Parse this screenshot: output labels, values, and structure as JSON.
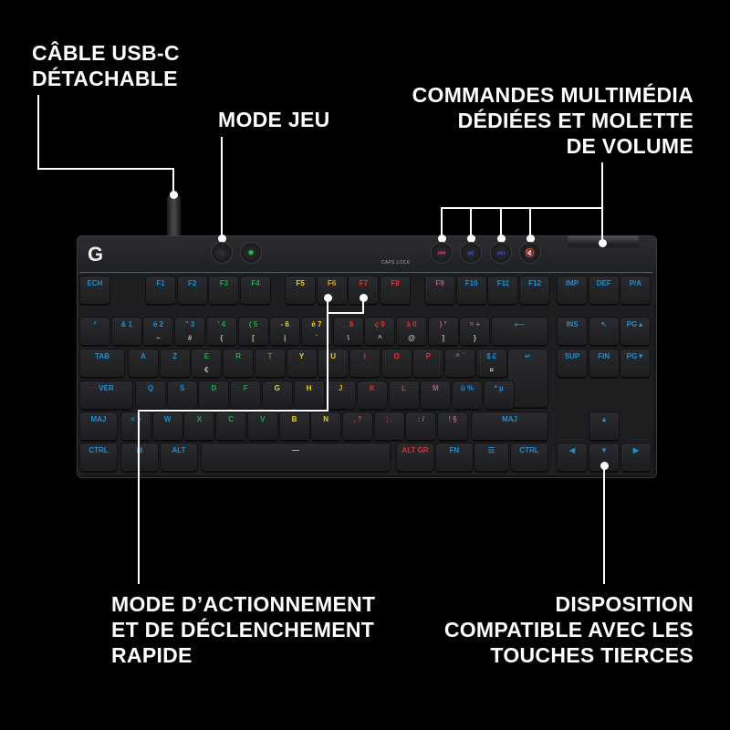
{
  "callouts": {
    "cable": [
      "CÂBLE USB-C",
      "DÉTACHABLE"
    ],
    "game_mode": [
      "MODE JEU"
    ],
    "media": [
      "COMMANDES MULTIMÉDIA",
      "DÉDIÉES ET MOLETTE",
      "DE VOLUME"
    ],
    "actuation": [
      "MODE D’ACTIONNEMENT",
      "ET DE DÉCLENCHEMENT",
      "RAPIDE"
    ],
    "layout": [
      "DISPOSITION",
      "COMPATIBLE AVEC LES",
      "TOUCHES TIERCES"
    ]
  },
  "keyboard": {
    "logo": "G",
    "caps_lock_label": "CAPS LOCK",
    "top_buttons": [
      {
        "name": "game-mode-button",
        "glyph": "◌",
        "color": "#888888"
      },
      {
        "name": "lighting-button",
        "glyph": "✹",
        "color": "#25c04a"
      },
      {
        "name": "media-previous-button",
        "glyph": "⏮",
        "color": "#e0307a"
      },
      {
        "name": "media-play-pause-button",
        "glyph": "⏯",
        "color": "#3050d0"
      },
      {
        "name": "media-next-button",
        "glyph": "⏭",
        "color": "#4040d0"
      },
      {
        "name": "mute-button",
        "glyph": "🔇",
        "color": "#5a48d8"
      }
    ],
    "colors": {
      "blue": "#1e8fd6",
      "green": "#1fa84a",
      "yellow": "#f2d21c",
      "orange": "#f0a020",
      "red": "#e03030",
      "pink": "#b05a9a"
    },
    "rows": [
      [
        {
          "l": "ECH",
          "c": "blue"
        },
        {
          "l": "F1",
          "c": "blue"
        },
        {
          "l": "F2",
          "c": "blue"
        },
        {
          "l": "F3",
          "c": "green"
        },
        {
          "l": "F4",
          "c": "green"
        },
        {
          "l": "F5",
          "c": "yellow"
        },
        {
          "l": "F6",
          "c": "orange"
        },
        {
          "l": "F7",
          "c": "red"
        },
        {
          "l": "F8",
          "c": "red"
        },
        {
          "l": "F9",
          "c": "pink"
        },
        {
          "l": "F10",
          "c": "blue"
        },
        {
          "l": "F11",
          "c": "blue"
        },
        {
          "l": "F12",
          "c": "blue"
        },
        {
          "l": "IMP",
          "c": "blue"
        },
        {
          "l": "DEF",
          "c": "blue"
        },
        {
          "l": "P/A",
          "c": "blue"
        }
      ],
      [
        {
          "l": "²",
          "c": "blue"
        },
        {
          "l": "& 1",
          "c": "blue"
        },
        {
          "l": "é 2",
          "s": "~",
          "c": "blue"
        },
        {
          "l": "\" 3",
          "s": "#",
          "c": "blue"
        },
        {
          "l": "' 4",
          "s": "{",
          "c": "green"
        },
        {
          "l": "( 5",
          "s": "[",
          "c": "green"
        },
        {
          "l": "- 6",
          "s": "|",
          "c": "yellow"
        },
        {
          "l": "è 7",
          "s": "`",
          "c": "yellow"
        },
        {
          "l": "_ 8",
          "s": "\\",
          "c": "red"
        },
        {
          "l": "ç 9",
          "s": "^",
          "c": "red"
        },
        {
          "l": "à 0",
          "s": "@",
          "c": "red"
        },
        {
          "l": ") °",
          "s": "]",
          "c": "pink"
        },
        {
          "l": "= +",
          "s": "}",
          "c": "pink"
        },
        {
          "l": "⟵",
          "c": "blue"
        },
        {
          "l": "INS",
          "c": "blue"
        },
        {
          "l": "↖",
          "c": "blue"
        },
        {
          "l": "PG▲",
          "c": "blue"
        }
      ],
      [
        {
          "l": "TAB",
          "c": "blue"
        },
        {
          "l": "A",
          "c": "blue"
        },
        {
          "l": "Z",
          "c": "blue"
        },
        {
          "l": "E",
          "s": "€",
          "c": "green"
        },
        {
          "l": "R",
          "c": "green"
        },
        {
          "l": "T",
          "c": "green"
        },
        {
          "l": "Y",
          "c": "yellow"
        },
        {
          "l": "U",
          "c": "yellow"
        },
        {
          "l": "I",
          "c": "red"
        },
        {
          "l": "O",
          "c": "red"
        },
        {
          "l": "P",
          "c": "red"
        },
        {
          "l": "^ ¨",
          "c": "pink"
        },
        {
          "l": "$ £",
          "s": "¤",
          "c": "blue"
        },
        {
          "l": "↵",
          "c": "blue"
        },
        {
          "l": "SUP",
          "c": "blue"
        },
        {
          "l": "FIN",
          "c": "blue"
        },
        {
          "l": "PG▼",
          "c": "blue"
        }
      ],
      [
        {
          "l": "VER",
          "c": "blue"
        },
        {
          "l": "Q",
          "c": "blue"
        },
        {
          "l": "S",
          "c": "blue"
        },
        {
          "l": "D",
          "c": "green"
        },
        {
          "l": "F",
          "c": "green"
        },
        {
          "l": "G",
          "c": "yellow"
        },
        {
          "l": "H",
          "c": "yellow"
        },
        {
          "l": "J",
          "c": "orange"
        },
        {
          "l": "K",
          "c": "red"
        },
        {
          "l": "L",
          "c": "red"
        },
        {
          "l": "M",
          "c": "pink"
        },
        {
          "l": "ù %",
          "c": "blue"
        },
        {
          "l": "* µ",
          "c": "blue"
        }
      ],
      [
        {
          "l": "MAJ",
          "c": "blue"
        },
        {
          "l": "< >",
          "c": "blue"
        },
        {
          "l": "W",
          "c": "blue"
        },
        {
          "l": "X",
          "c": "green"
        },
        {
          "l": "C",
          "c": "green"
        },
        {
          "l": "V",
          "c": "green"
        },
        {
          "l": "B",
          "c": "yellow"
        },
        {
          "l": "N",
          "c": "yellow"
        },
        {
          "l": ", ?",
          "c": "red"
        },
        {
          "l": "; .",
          "c": "red"
        },
        {
          "l": ": /",
          "c": "pink"
        },
        {
          "l": "! §",
          "c": "pink"
        },
        {
          "l": "MAJ",
          "c": "blue"
        },
        {
          "l": "▲",
          "c": "blue"
        }
      ],
      [
        {
          "l": "CTRL",
          "c": "blue"
        },
        {
          "l": "⊞",
          "c": "blue"
        },
        {
          "l": "ALT",
          "c": "blue"
        },
        {
          "l": "—",
          "c": "yellow"
        },
        {
          "l": "ALT GR",
          "c": "red"
        },
        {
          "l": "FN",
          "c": "blue"
        },
        {
          "l": "☰",
          "c": "blue"
        },
        {
          "l": "CTRL",
          "c": "blue"
        },
        {
          "l": "◀",
          "c": "blue"
        },
        {
          "l": "▼",
          "c": "blue"
        },
        {
          "l": "▶",
          "c": "blue"
        }
      ]
    ]
  }
}
